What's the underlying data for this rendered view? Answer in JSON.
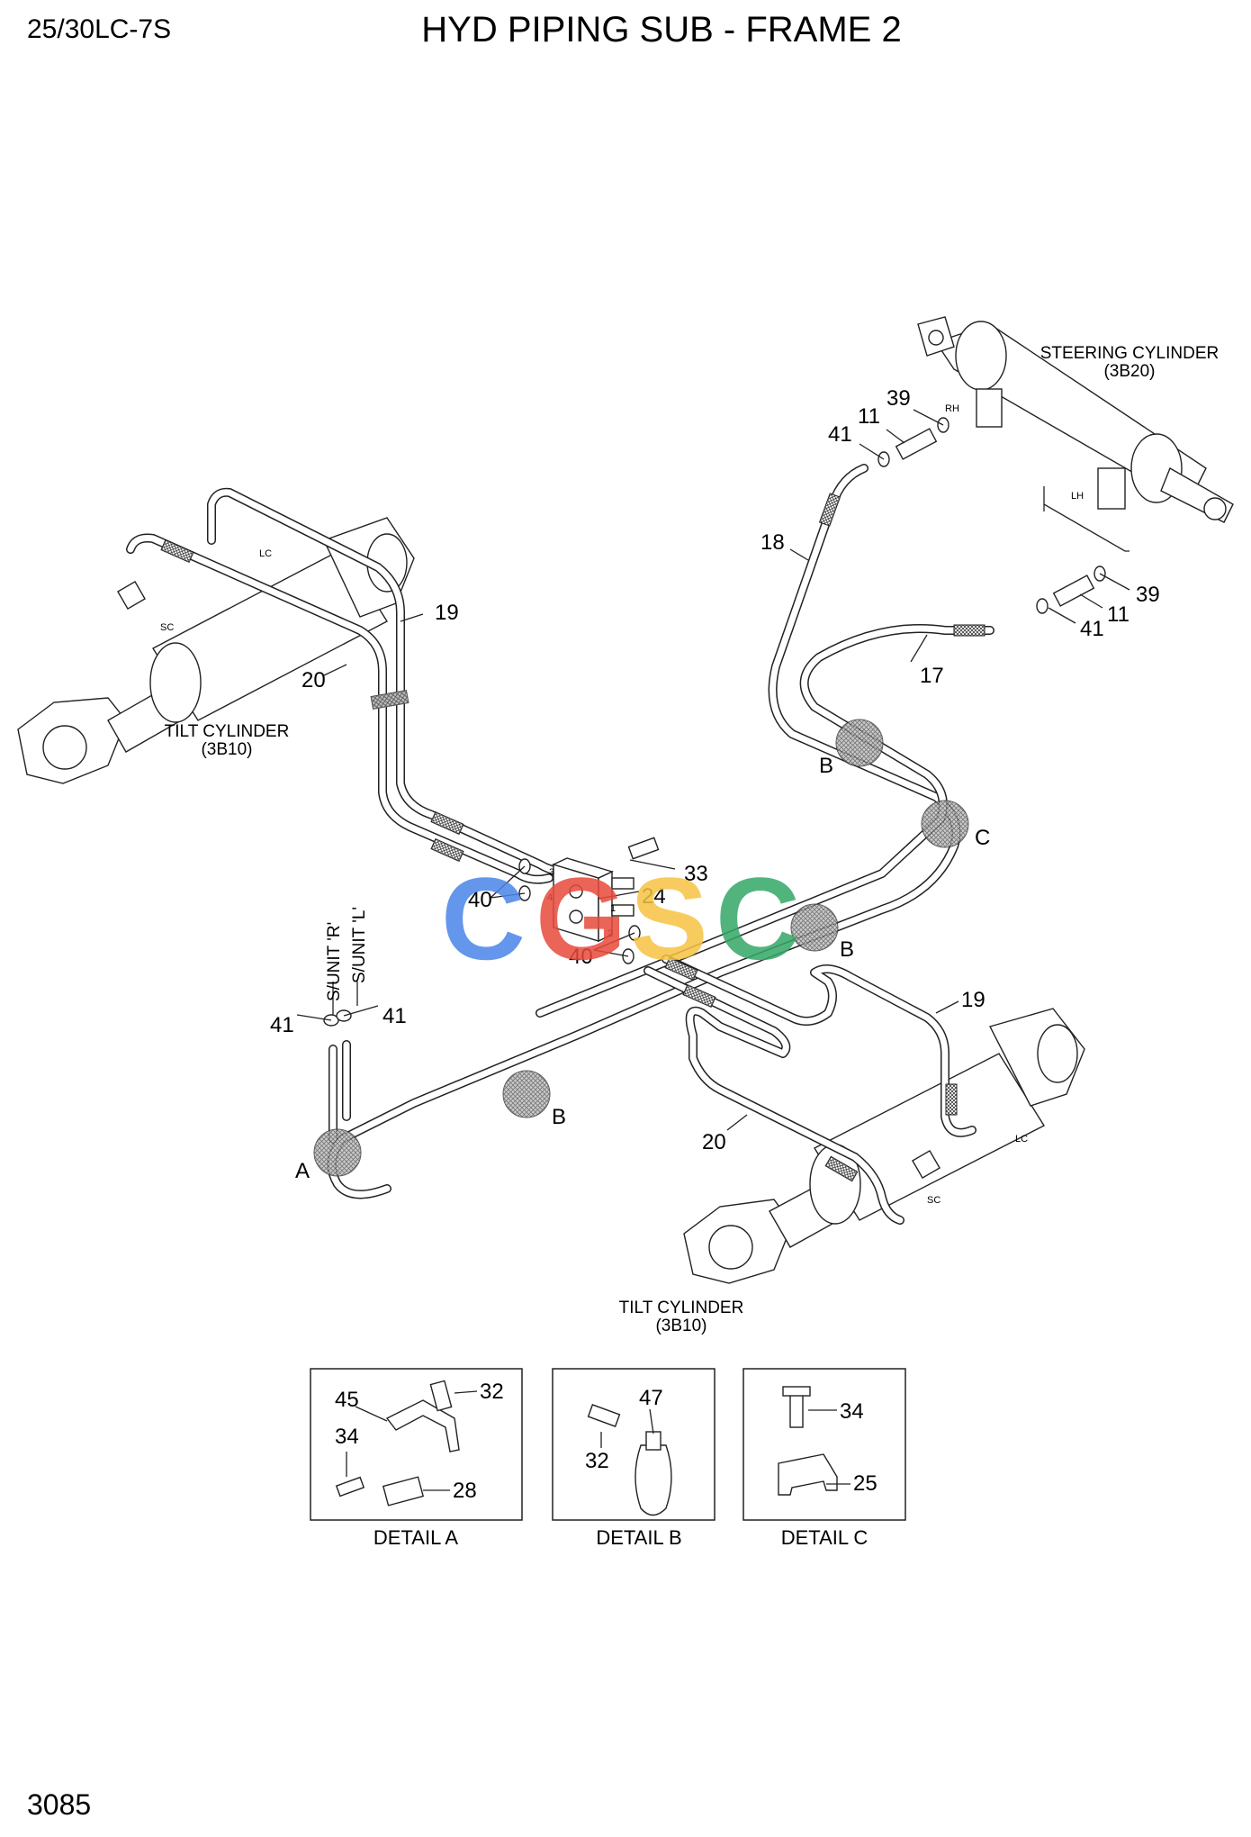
{
  "header": {
    "model": "25/30LC-7S",
    "title": "HYD PIPING SUB - FRAME 2"
  },
  "footer": {
    "page_number": "3085"
  },
  "labels": {
    "steering_cylinder": "STEERING CYLINDER",
    "steering_cylinder_ref": "(3B20)",
    "tilt_cylinder_left": "TILT CYLINDER",
    "tilt_cylinder_left_ref": "(3B10)",
    "tilt_cylinder_bottom": "TILT CYLINDER",
    "tilt_cylinder_bottom_ref": "(3B10)",
    "s_unit_r": "S/UNIT 'R'",
    "s_unit_l": "S/UNIT 'L'",
    "rh": "RH",
    "lh": "LH",
    "lc_top": "LC",
    "sc_top": "SC",
    "lc_bottom": "LC",
    "sc_bottom": "SC"
  },
  "callouts": {
    "steer_39_top": "39",
    "steer_11_top": "11",
    "steer_41_top": "41",
    "steer_39_bot": "39",
    "steer_11_bot": "11",
    "steer_41_bot": "41",
    "hose_18": "18",
    "hose_17": "17",
    "hose_19_top": "19",
    "hose_20_top": "20",
    "hose_19_bot": "19",
    "hose_20_bot": "20",
    "part_33": "33",
    "part_24": "24",
    "part_40_top": "40",
    "part_40_bot": "40",
    "part_41_left": "41",
    "part_41_right": "41",
    "port_1": "1",
    "port_2": "2",
    "port_3": "3",
    "port_4": "4"
  },
  "zones": {
    "a": "A",
    "b_upper": "B",
    "c": "C",
    "b_middle": "B",
    "b_lower": "B"
  },
  "details": [
    {
      "caption": "DETAIL A",
      "parts": [
        "45",
        "32",
        "34",
        "28"
      ]
    },
    {
      "caption": "DETAIL B",
      "parts": [
        "47",
        "32"
      ]
    },
    {
      "caption": "DETAIL C",
      "parts": [
        "34",
        "25"
      ]
    }
  ],
  "watermark": {
    "letters": [
      "C",
      "G",
      "S",
      "C"
    ],
    "colors": [
      "#4a86e8",
      "#e84a3c",
      "#f6c343",
      "#34a867"
    ]
  }
}
